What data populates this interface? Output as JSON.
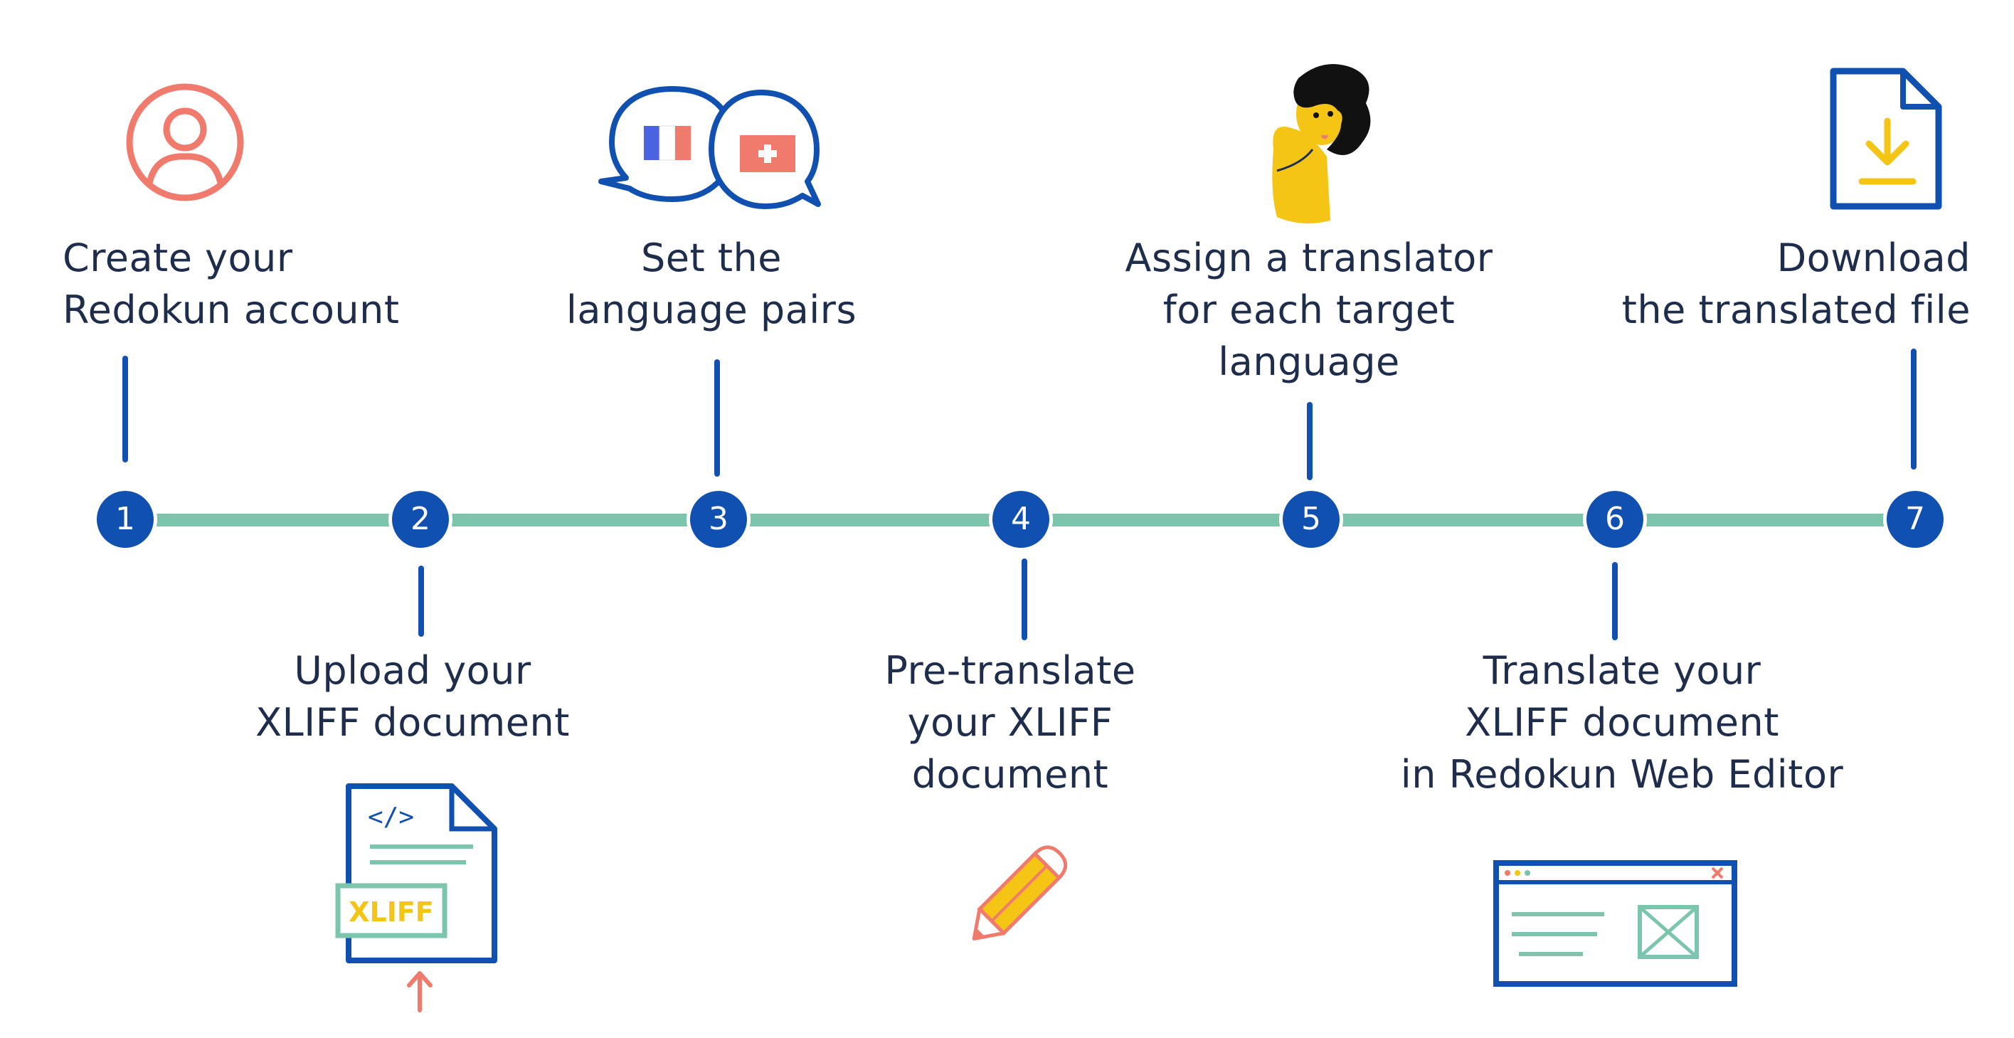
{
  "colors": {
    "line": "#7cc5ad",
    "step_fill": "#1050b0",
    "text": "#1f2d4d",
    "accent_red": "#f07a6c",
    "accent_yellow": "#f5c515"
  },
  "steps": [
    {
      "number": "1",
      "label": "Create your\nRedokun account",
      "icon": "user-account-icon"
    },
    {
      "number": "2",
      "label": "Upload your\nXLIFF document",
      "icon": "xliff-document-upload-icon"
    },
    {
      "number": "3",
      "label": "Set the\nlanguage pairs",
      "icon": "language-flags-chat-icon"
    },
    {
      "number": "4",
      "label": "Pre-translate\nyour XLIFF\ndocument",
      "icon": "pencil-icon"
    },
    {
      "number": "5",
      "label": "Assign a translator\nfor each target\nlanguage",
      "icon": "translator-person-icon"
    },
    {
      "number": "6",
      "label": "Translate your\nXLIFF document\nin Redokun Web Editor",
      "icon": "web-editor-window-icon"
    },
    {
      "number": "7",
      "label": "Download\nthe translated file",
      "icon": "download-file-icon"
    }
  ],
  "xliff_badge": "XLIFF",
  "code_tag": "</>"
}
